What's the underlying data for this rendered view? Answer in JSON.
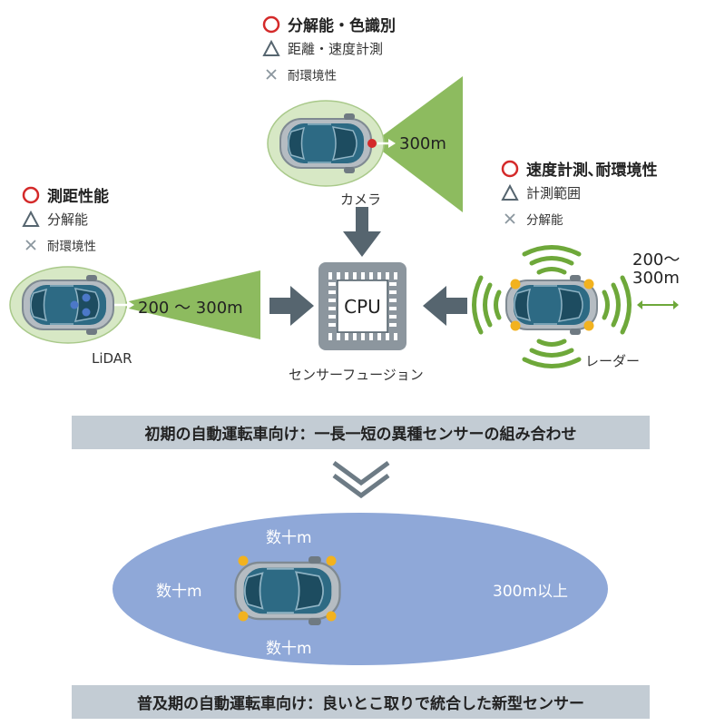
{
  "camera": {
    "name": "カメラ",
    "range": "300m",
    "pros": "分解能・色識別",
    "medium": "距離・速度計測",
    "cons": "耐環境性"
  },
  "lidar": {
    "name": "LiDAR",
    "range": "200 ～ 300m",
    "pros": "測距性能",
    "medium": "分解能",
    "cons": "耐環境性"
  },
  "radar": {
    "name": "レーダー",
    "range_line1": "200～",
    "range_line2": "300m",
    "pros": "速度計測､耐環境性",
    "medium": "計測範囲",
    "cons": "分解能"
  },
  "cpu": {
    "label": "CPU",
    "caption": "センサーフュージョン"
  },
  "banners": {
    "early": "初期の自動運転車向け：一長一短の異種センサーの組み合わせ",
    "popular": "普及期の自動運転車向け：良いとこ取りで統合した新型センサー"
  },
  "integrated": {
    "front": "数十m",
    "left": "数十m",
    "rear": "数十m",
    "long": "300m以上"
  },
  "colors": {
    "green": "#8dbb5f",
    "pale_green": "#d7e8c5",
    "blue_ellipse": "#8fa8d8",
    "car_teal": "#2d6a84",
    "sensor_orange": "#f2b21f",
    "arrow_gray": "#56656f",
    "banner_gray": "#c3ccd4",
    "circle_red": "#d42a2a"
  }
}
